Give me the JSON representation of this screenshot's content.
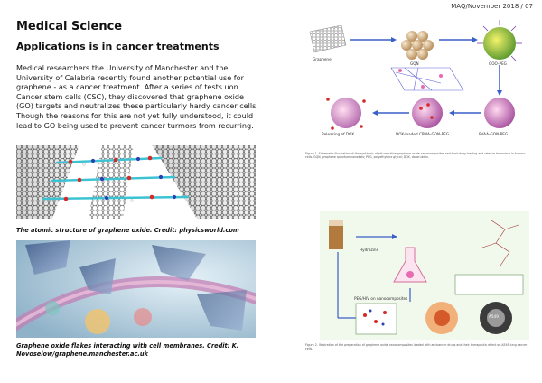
{
  "header": {
    "ref": "MAQ/November 2018 / 07"
  },
  "section": {
    "title": "Medical Science"
  },
  "article": {
    "title": "Applications is in cancer treatments",
    "body": "Medical researchers the University of Manchester and the University of Calabria recently found another potential use for graphene - as a cancer treatment. After a series of tests uon Cancer stem cells (CSC), they discovered that graphene oxide (GO) targets and neutralizes these particularly hardy cancer cells. Though the reasons for this are not yet fully understood, it could lead to GO being used to prevent cancer turmors from recurring."
  },
  "figures": {
    "fig1_caption": "The atomic structure of graphene oxide. Credit: physicsworld.com",
    "fig2_caption": "Graphene oxide flakes interacting with cell membranes. Credit: K. Novoselow/graphene.manchester.ac.uk"
  },
  "schematic": {
    "labels": {
      "graphene": "Graphene",
      "gqn": "GQN",
      "goo_peg": "GOO-PEG",
      "releasing": "Releasing of DOX",
      "dox_loaded": "DOX-loaded CPMA-GON-PEG",
      "pvaa": "PVAA-GON-PEG"
    },
    "caption": "Figure 1. Schematic illustration of the synthesis of pH-sensitive graphene oxide nanocomposites and their drug loading and release behaviour in tumour cells. GQN, graphene quantum nanodots; PEG, polyethylene glycol; DOX, doxorubicin."
  },
  "bottom_right": {
    "labels": {
      "hydrazine": "Hydrazine",
      "nanocomposites": "PEG/HIV on nanocomposites",
      "a549": "A549"
    },
    "caption": "Figure 2. Illustration of the preparation of graphene oxide nanocomposites loaded with anticancer drugs and their therapeutic effect on A549 lung cancer cells."
  },
  "colors": {
    "text": "#1a1a1a",
    "arrow": "#3a5fc8",
    "teal": "#2aa7b5",
    "purple": "#8a4fb8"
  }
}
